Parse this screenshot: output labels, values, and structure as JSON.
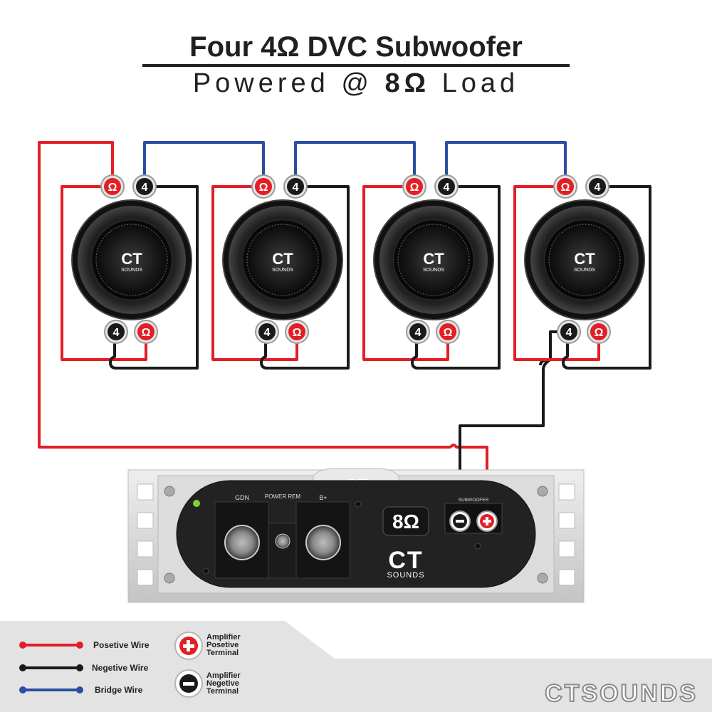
{
  "title": {
    "line1": "Four 4Ω DVC Subwoofer",
    "line2_pre": "Powered @ ",
    "line2_bold": "8Ω",
    "line2_post": " Load"
  },
  "subwoofer": {
    "logo_big": "CT",
    "logo_small": "SOUNDS",
    "terminal_plus": "Ω",
    "terminal_minus": "4",
    "count": 4
  },
  "amplifier": {
    "label_gnd": "GDN",
    "label_rem": "POWER REM",
    "label_b": "B+",
    "label_sub": "SUBWOOFER",
    "load": "8Ω",
    "logo_big": "CT",
    "logo_small": "SOUNDS",
    "top_logo": "CT"
  },
  "legend": {
    "positive": "Posetive Wire",
    "negative": "Negetive Wire",
    "bridge": "Bridge Wire",
    "amp_pos_1": "Amplifier",
    "amp_pos_2": "Posetive",
    "amp_pos_3": "Terminal",
    "amp_neg_1": "Amplifier",
    "amp_neg_2": "Negetive",
    "amp_neg_3": "Terminal"
  },
  "brand": "CTSOUNDS",
  "colors": {
    "positive": "#e31e25",
    "negative": "#1a1a1a",
    "bridge": "#2b4ea2",
    "terminal_ring": "#c8c8c8",
    "amp_body": "#1f1f1f",
    "amp_heatsink": "#d6d6d6"
  }
}
